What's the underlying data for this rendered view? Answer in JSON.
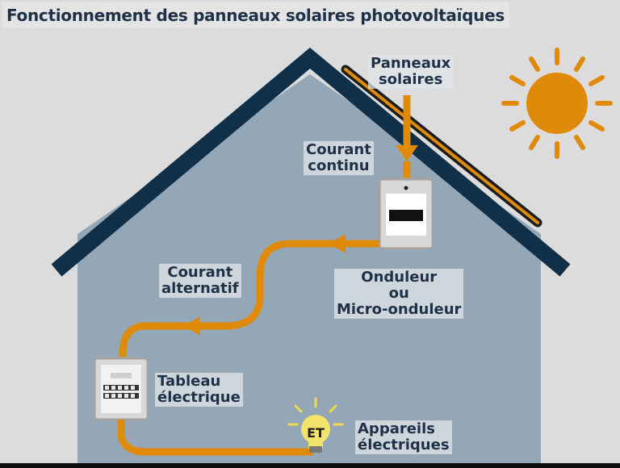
{
  "title": "Fonctionnement des panneaux solaires photovoltaïques",
  "labels": {
    "panels": [
      "Panneaux",
      "solaires"
    ],
    "dc": [
      "Courant",
      "continu"
    ],
    "inverter": [
      "Onduleur",
      "ou",
      "Micro-onduleur"
    ],
    "ac": [
      "Courant",
      "alternatif"
    ],
    "board": [
      "Tableau",
      "électrique"
    ],
    "appliances": [
      "Appareils",
      "électriques"
    ]
  },
  "bulb_text": "ET",
  "colors": {
    "background": "#dcdcdc",
    "house_wall": "#94a7b6",
    "roof": "#10304a",
    "flow": "#e08a0a",
    "sun": "#e08a0a",
    "text": "#1e3148"
  }
}
